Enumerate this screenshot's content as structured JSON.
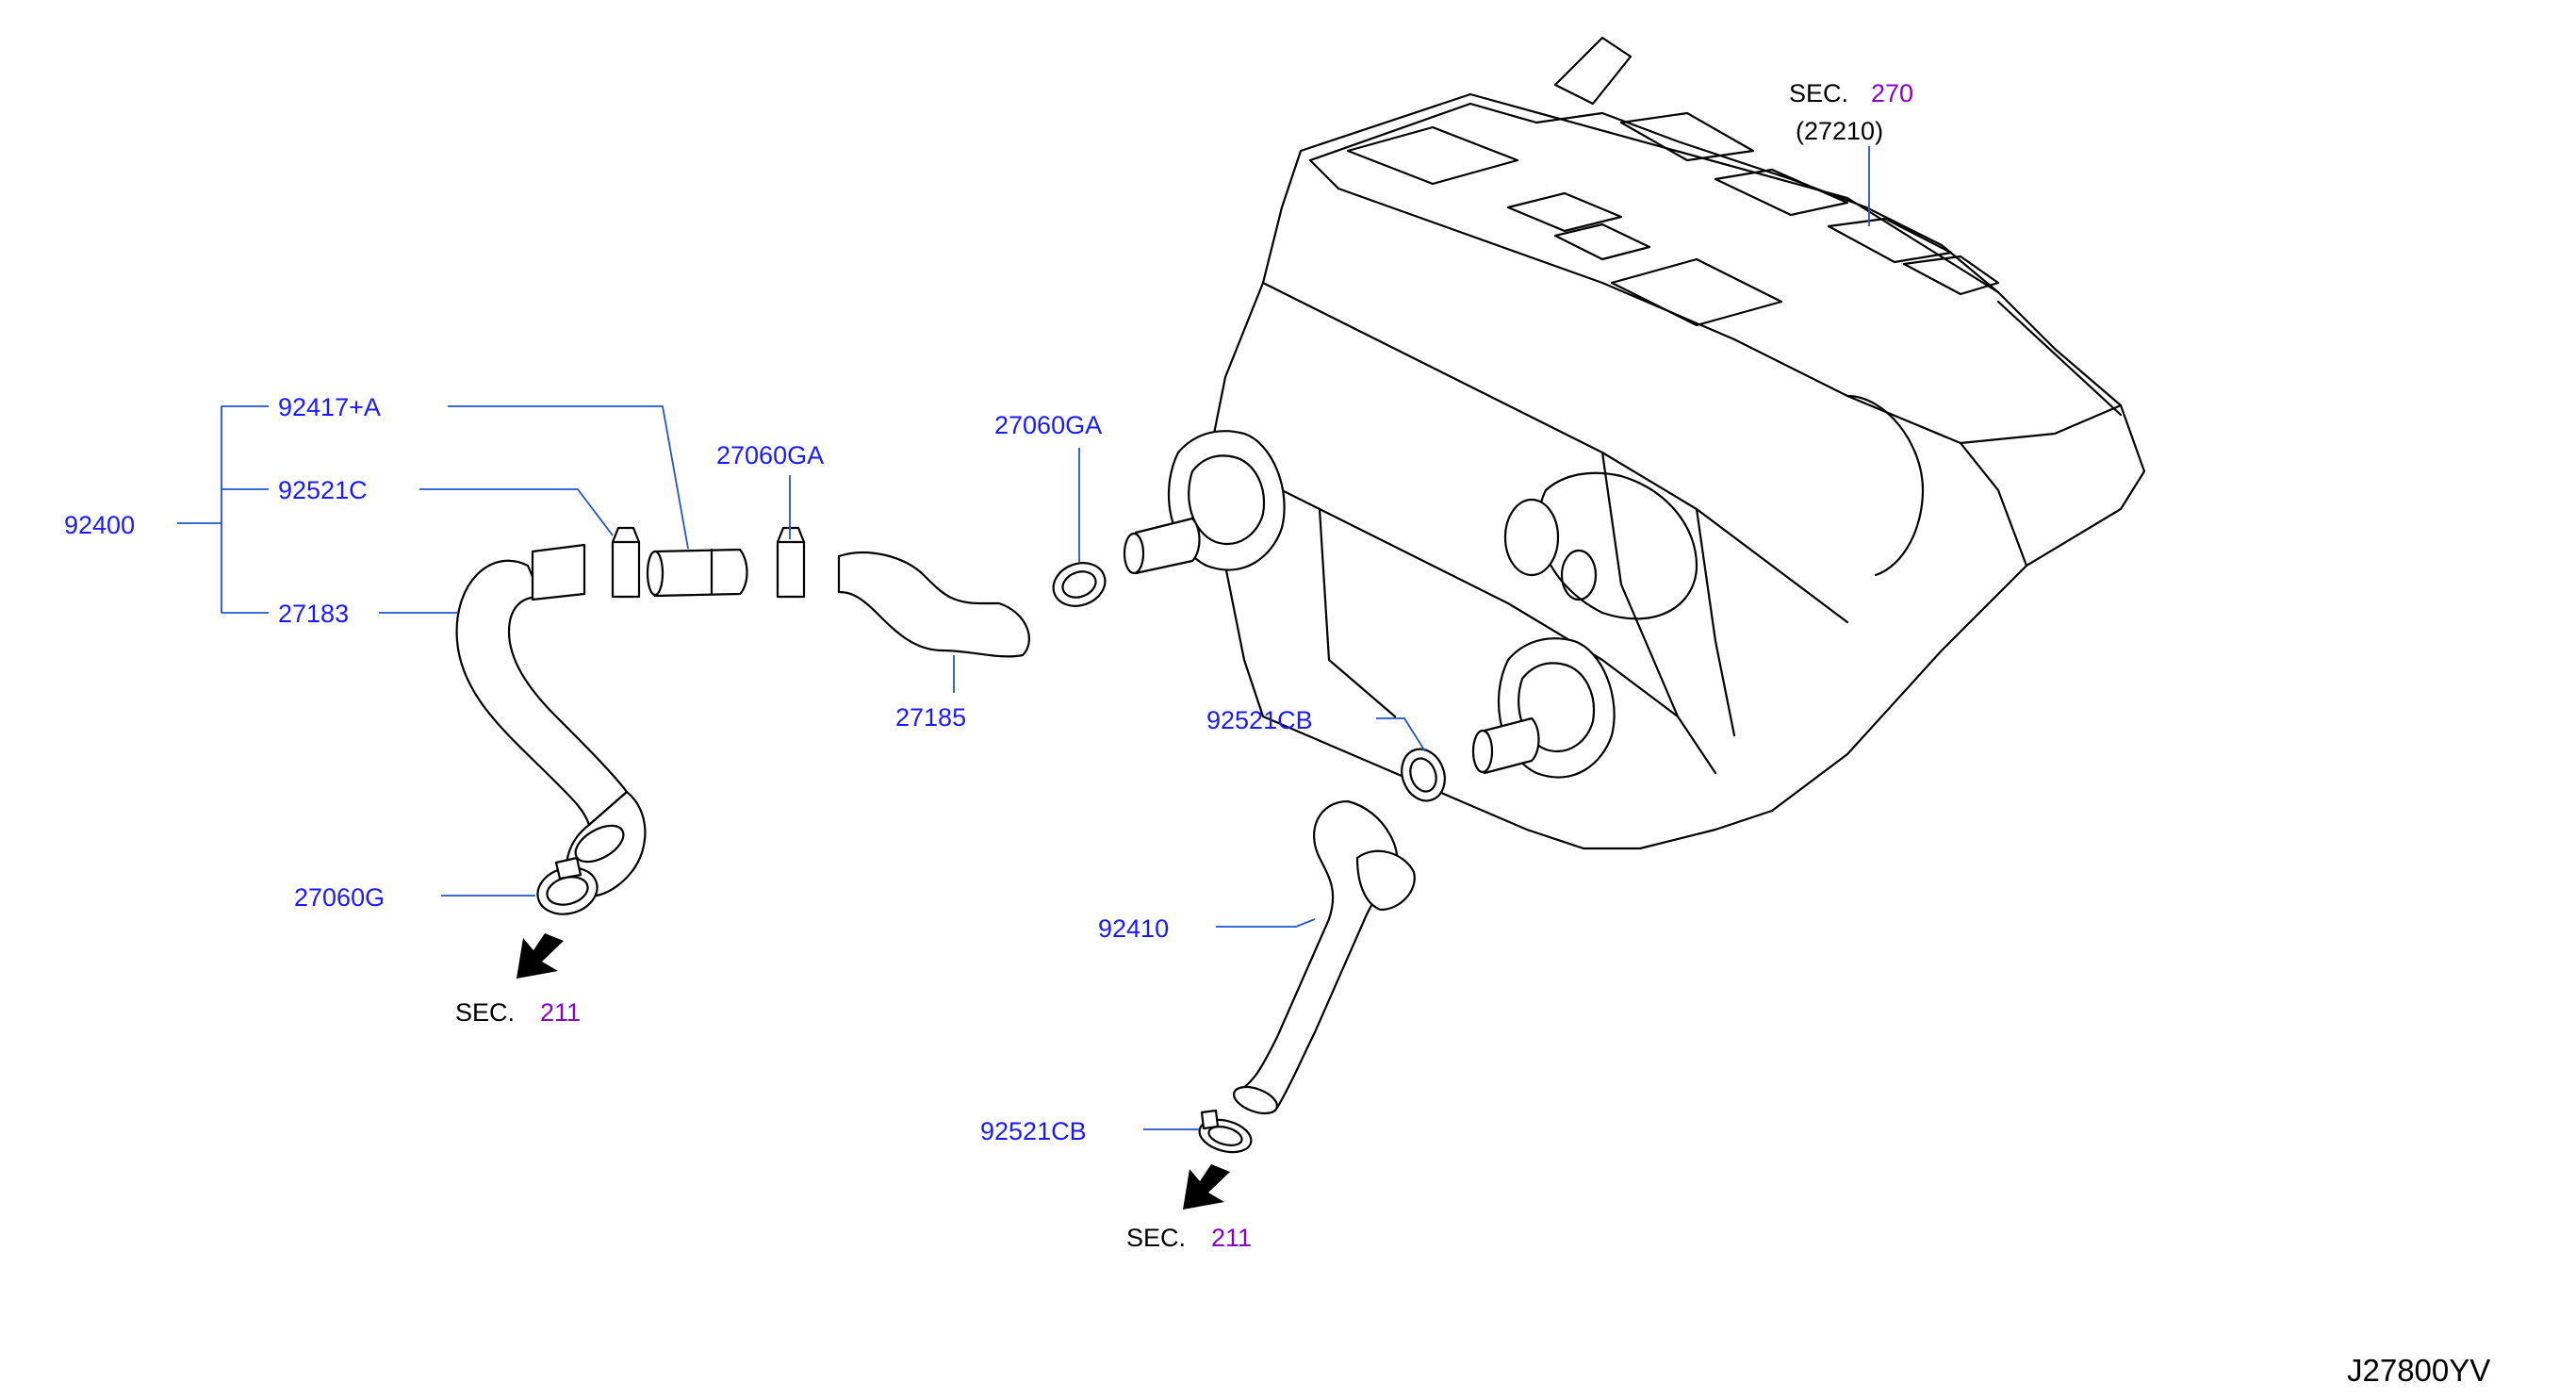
{
  "labels": {
    "p92417a": "92417+A",
    "p92521c": "92521C",
    "p92400": "92400",
    "p27183": "27183",
    "p27060ga": "27060GA",
    "p27060ga2": "27060GA",
    "p27185": "27185",
    "p92521cb_1": "92521CB",
    "p92410": "92410",
    "p92521cb_2": "92521CB",
    "p27060g": "27060G",
    "p27210": "(27210)"
  },
  "sections": {
    "top": {
      "prefix": "SEC.",
      "number": "270"
    },
    "left": {
      "prefix": "SEC.",
      "number": "211"
    },
    "bottom": {
      "prefix": "SEC.",
      "number": "211"
    }
  },
  "diagram_id": "J27800YV"
}
